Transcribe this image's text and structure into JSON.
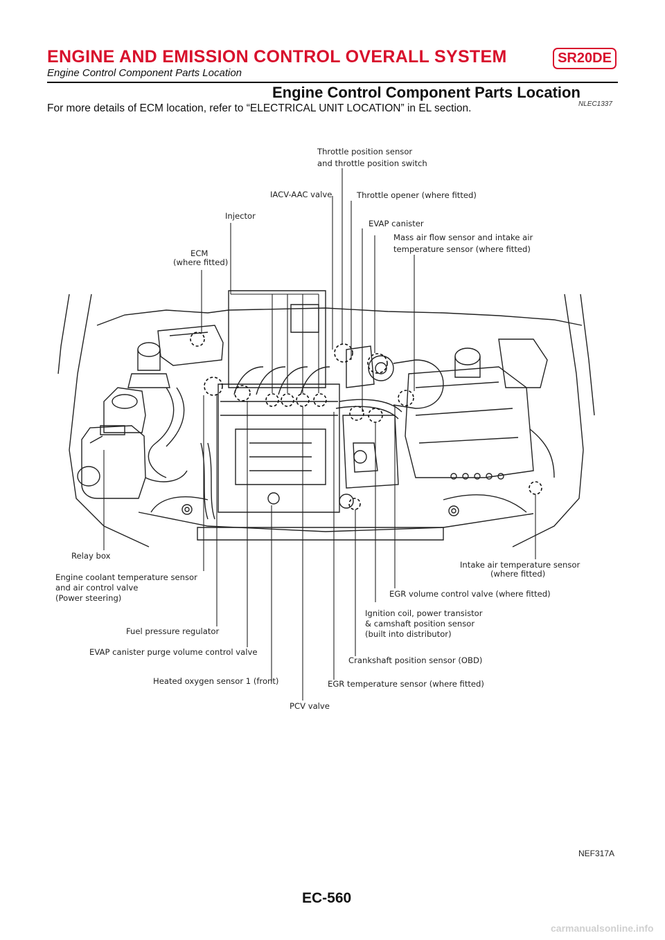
{
  "header": {
    "title": "ENGINE AND EMISSION CONTROL OVERALL SYSTEM",
    "badge": "SR20DE",
    "subtitle": "Engine Control Component Parts Location"
  },
  "section": {
    "title": "Engine Control Component Parts Location",
    "code": "NLEC1337",
    "intro": "For more details of ECM location, refer to “ELECTRICAL UNIT LOCATION” in EL section."
  },
  "figure": {
    "id": "NEF317A",
    "labels": [
      {
        "id": "throttle-position-sensor",
        "lines": [
          "Throttle position sensor",
          "and throttle position switch"
        ]
      },
      {
        "id": "iacv-aac-valve",
        "lines": [
          "IACV-AAC valve"
        ]
      },
      {
        "id": "throttle-opener",
        "lines": [
          "Throttle opener (where fitted)"
        ]
      },
      {
        "id": "injector",
        "lines": [
          "Injector"
        ]
      },
      {
        "id": "evap-canister",
        "lines": [
          "EVAP canister"
        ]
      },
      {
        "id": "mass-air-flow-sensor",
        "lines": [
          "Mass air flow sensor and intake air",
          "temperature sensor (where fitted)"
        ]
      },
      {
        "id": "ecm",
        "lines": [
          "ECM",
          "(where fitted)"
        ]
      },
      {
        "id": "relay-box",
        "lines": [
          "Relay box"
        ]
      },
      {
        "id": "intake-air-temperature-sensor",
        "lines": [
          "Intake air temperature sensor",
          "(where fitted)"
        ]
      },
      {
        "id": "engine-coolant-temperature-sensor",
        "lines": [
          "Engine coolant temperature sensor",
          "and air control valve",
          "(Power steering)"
        ]
      },
      {
        "id": "egr-volume-control-valve",
        "lines": [
          "EGR volume control valve (where fitted)"
        ]
      },
      {
        "id": "ignition-coil",
        "lines": [
          "Ignition coil, power transistor",
          "& camshaft position sensor",
          "(built into distributor)"
        ]
      },
      {
        "id": "fuel-pressure-regulator",
        "lines": [
          "Fuel pressure regulator"
        ]
      },
      {
        "id": "evap-canister-purge-valve",
        "lines": [
          "EVAP canister purge volume control valve"
        ]
      },
      {
        "id": "crankshaft-position-sensor",
        "lines": [
          "Crankshaft position sensor (OBD)"
        ]
      },
      {
        "id": "heated-oxygen-sensor",
        "lines": [
          "Heated oxygen sensor 1 (front)"
        ]
      },
      {
        "id": "egr-temperature-sensor",
        "lines": [
          "EGR temperature sensor  (where fitted)"
        ]
      },
      {
        "id": "pcv-valve",
        "lines": [
          "PCV valve"
        ]
      }
    ]
  },
  "footer": {
    "page": "EC-560",
    "watermark": "carmanualsonline.info"
  }
}
